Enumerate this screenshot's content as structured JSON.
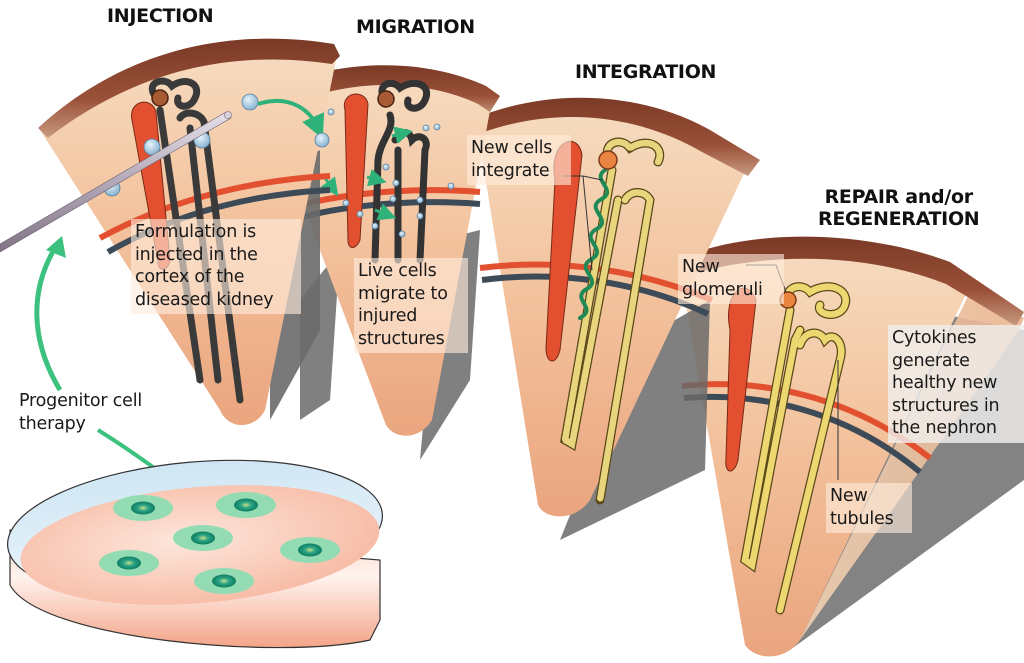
{
  "figure": {
    "subject": "Progenitor cell therapy for kidney repair",
    "stages": [
      {
        "id": "injection",
        "title": "INJECTION",
        "caption": "Formulation is\ninjected in the\ncortex of the\ndiseased kidney"
      },
      {
        "id": "migration",
        "title": "MIGRATION",
        "caption": "Live cells\nmigrate to\ninjured\nstructures"
      },
      {
        "id": "integration",
        "title": "INTEGRATION",
        "caption": "New cells\nintegrate"
      },
      {
        "id": "repair",
        "title_line1": "REPAIR and/or",
        "title_line2": "REGENERATION",
        "callouts": {
          "glomeruli": "New\nglomeruli",
          "cytokines": "Cytokines\ngenerate\nhealthy new\nstructures in\nthe nephron",
          "tubules": "New\ntubules"
        }
      }
    ],
    "source_label": "Progenitor cell\ntherapy",
    "petri_dish": {
      "colony_count": 6
    },
    "colors": {
      "capsule": "#8a4530",
      "tissue": "#f4c9a4",
      "artery": "#e2502f",
      "vein": "#3d4a58",
      "diseased_nephron": "#3a3a3a",
      "new_nephron": "#ecd770",
      "arrow_green": "#3cc27e",
      "cell_green": "#1a8f6e",
      "dish_medium": "#f7b7a0",
      "shadow": "#6c6c6c"
    }
  }
}
